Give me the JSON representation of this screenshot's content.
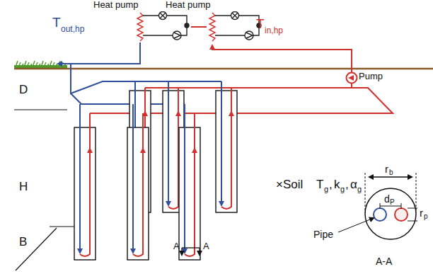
{
  "diagram": {
    "nodes": [
      {
        "text": [
          "Heat pump"
        ]
      },
      {
        "text": [
          "Heat pump"
        ]
      }
    ],
    "edges": [
      {
        "from": 1,
        "to": 0,
        "arrow": "none"
      }
    ],
    "labels": [
      "T",
      "out,hp",
      "T",
      "in,hp",
      "D",
      "H",
      "B",
      "Pump",
      "×Soil",
      "T",
      "g",
      ",",
      "k",
      "g",
      ",",
      "α",
      "g",
      "r",
      "b",
      "d",
      "P",
      "r",
      "p",
      "Pipe",
      "A-A",
      "A",
      "A"
    ]
  }
}
